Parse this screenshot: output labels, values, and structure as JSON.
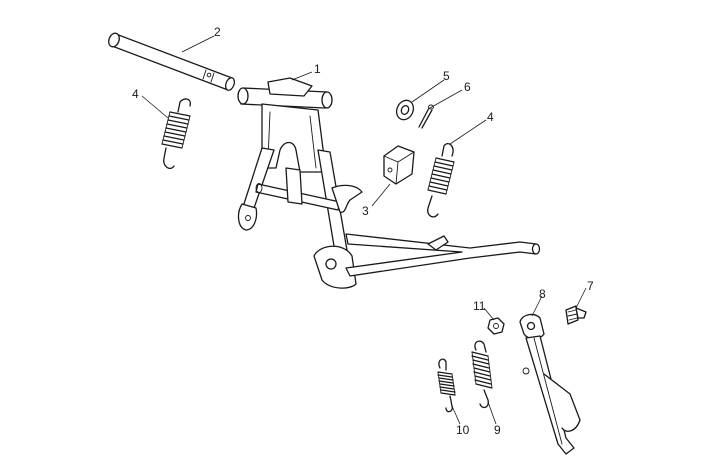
{
  "diagram": {
    "callouts": {
      "c1": "1",
      "c2": "2",
      "c3": "3",
      "c4a": "4",
      "c4b": "4",
      "c5": "5",
      "c6": "6",
      "c7": "7",
      "c8": "8",
      "c9": "9",
      "c10": "10",
      "c11": "11"
    }
  }
}
